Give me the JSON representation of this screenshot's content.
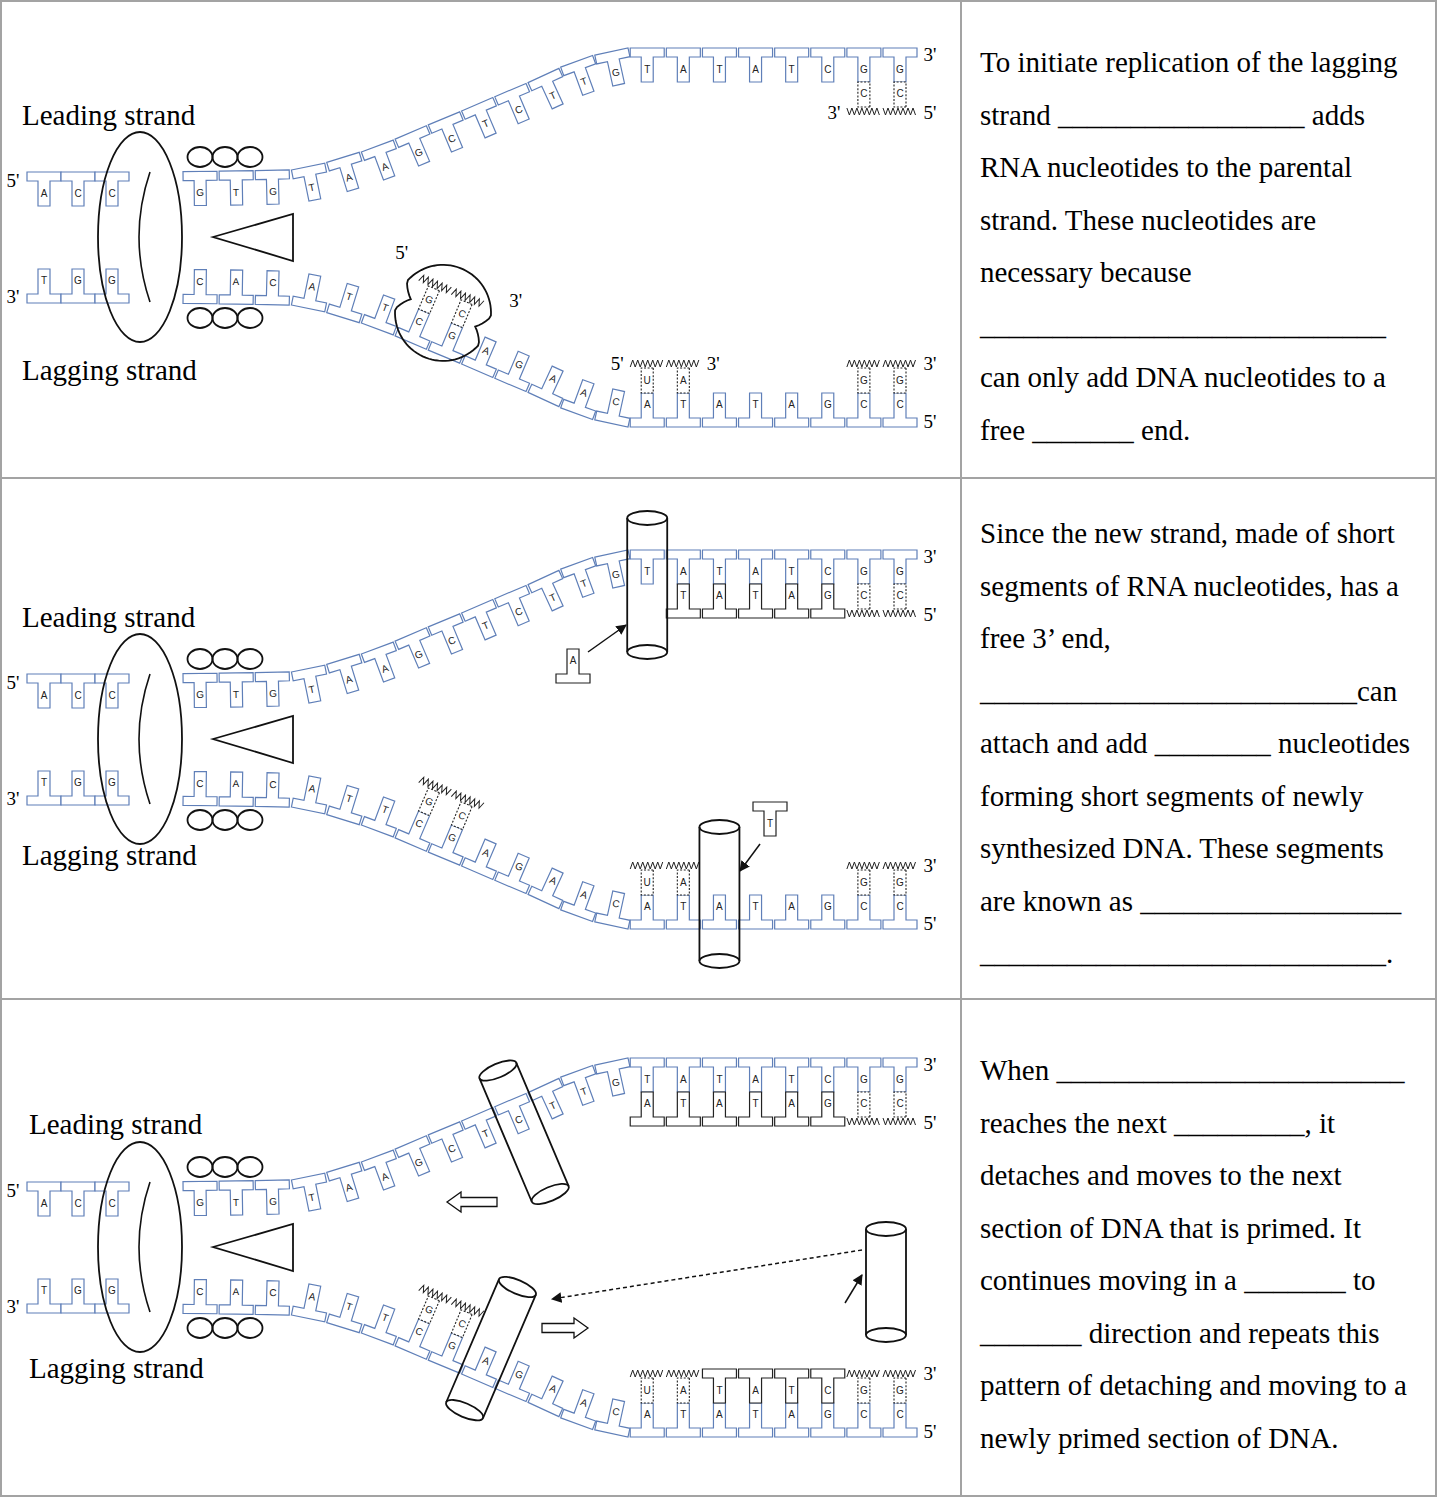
{
  "diagram": {
    "nodes": [
      {
        "text": [
          "Leading strand",
          "Lagging strand"
        ]
      },
      {
        "text": [
          "To initiate replication of the lagging strand _________________ adds RNA nucleotides to the parental strand. These nucleotides are necessary because ____________________________ can only add DNA nucleotides to a free _______ end."
        ]
      },
      {
        "text": [
          "Leading strand",
          "Lagging strand"
        ]
      },
      {
        "text": [
          "Since the new strand, made of short segments of RNA nucleotides, has a free 3’ end, __________________________can attach and add ________ nucleotides forming short segments of newly synthesized DNA. These segments are known as __________________ ____________________________."
        ]
      },
      {
        "text": [
          "Leading strand",
          "Lagging strand"
        ]
      },
      {
        "text": [
          "When ________________________ reaches the next _________, it detaches and moves to the next section of DNA that is primed. It continues moving in a _______ to _______ direction and repeats this pattern of detaching and moving to a newly primed section of DNA."
        ]
      }
    ],
    "labels": [
      "5'",
      "3'",
      "A",
      "C",
      "C",
      "T",
      "G",
      "G",
      "G",
      "T",
      "G",
      "T",
      "A",
      "A",
      "G",
      "C",
      "T",
      "C",
      "T",
      "T",
      "G",
      "T",
      "A",
      "T",
      "A",
      "T",
      "C",
      "G",
      "G",
      "C",
      "C",
      "3'",
      "5'",
      "3'",
      "C",
      "A",
      "C",
      "A",
      "T",
      "T",
      "C",
      "G",
      "A",
      "G",
      "A",
      "A",
      "C",
      "A",
      "T",
      "A",
      "T",
      "A",
      "G",
      "C",
      "C",
      "G",
      "C",
      "U",
      "A",
      "G",
      "G",
      "5'",
      "3'",
      "5'",
      "3'",
      "3'",
      "5'",
      "5'",
      "3'",
      "A",
      "C",
      "C",
      "T",
      "G",
      "G",
      "G",
      "T",
      "G",
      "T",
      "A",
      "A",
      "G",
      "C",
      "T",
      "C",
      "T",
      "T",
      "G",
      "T",
      "A",
      "T",
      "A",
      "T",
      "C",
      "G",
      "G",
      "T",
      "A",
      "T",
      "A",
      "G",
      "C",
      "C",
      "5'",
      "3'",
      "C",
      "A",
      "C",
      "A",
      "T",
      "T",
      "C",
      "G",
      "A",
      "G",
      "A",
      "A",
      "C",
      "A",
      "T",
      "A",
      "T",
      "A",
      "G",
      "C",
      "C",
      "G",
      "C",
      "U",
      "A",
      "G",
      "G",
      "3'",
      "5'",
      "A",
      "T",
      "5'",
      "3'",
      "A",
      "C",
      "C",
      "T",
      "G",
      "G",
      "G",
      "T",
      "G",
      "T",
      "A",
      "A",
      "G",
      "C",
      "T",
      "C",
      "T",
      "T",
      "G",
      "T",
      "A",
      "T",
      "A",
      "T",
      "C",
      "G",
      "G",
      "A",
      "T",
      "A",
      "T",
      "A",
      "G",
      "C",
      "C",
      "5'",
      "3'",
      "C",
      "A",
      "C",
      "A",
      "T",
      "T",
      "C",
      "G",
      "A",
      "G",
      "A",
      "A",
      "C",
      "A",
      "T",
      "A",
      "T",
      "A",
      "G",
      "C",
      "C",
      "G",
      "C",
      "U",
      "A",
      "T",
      "A",
      "T",
      "C",
      "G",
      "G",
      "3'",
      "5'"
    ]
  }
}
